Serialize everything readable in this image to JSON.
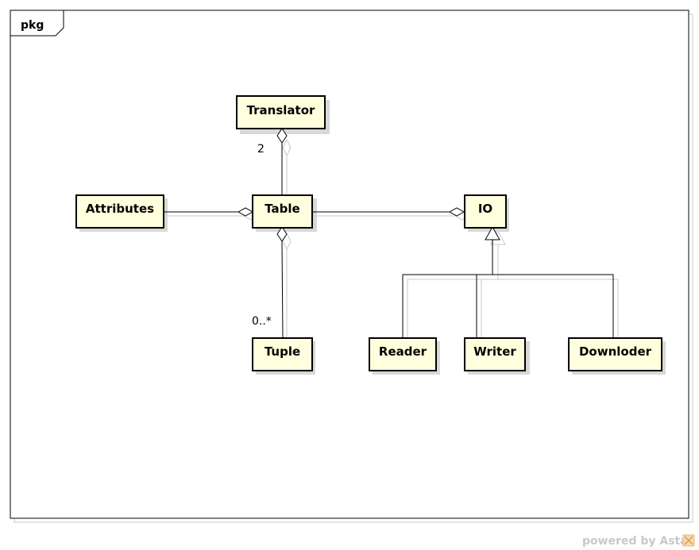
{
  "frame": {
    "label": "pkg"
  },
  "classes": {
    "translator": "Translator",
    "attributes": "Attributes",
    "table": "Table",
    "io": "IO",
    "tuple": "Tuple",
    "reader": "Reader",
    "writer": "Writer",
    "downloder": "Downloder"
  },
  "multiplicities": {
    "translator_table": "2",
    "table_tuple": "0..*"
  },
  "footer": {
    "text": "powered by Astah"
  },
  "colors": {
    "class_fill": "#ffffdd",
    "border": "#000000",
    "shadow": "#c8c8c8"
  }
}
